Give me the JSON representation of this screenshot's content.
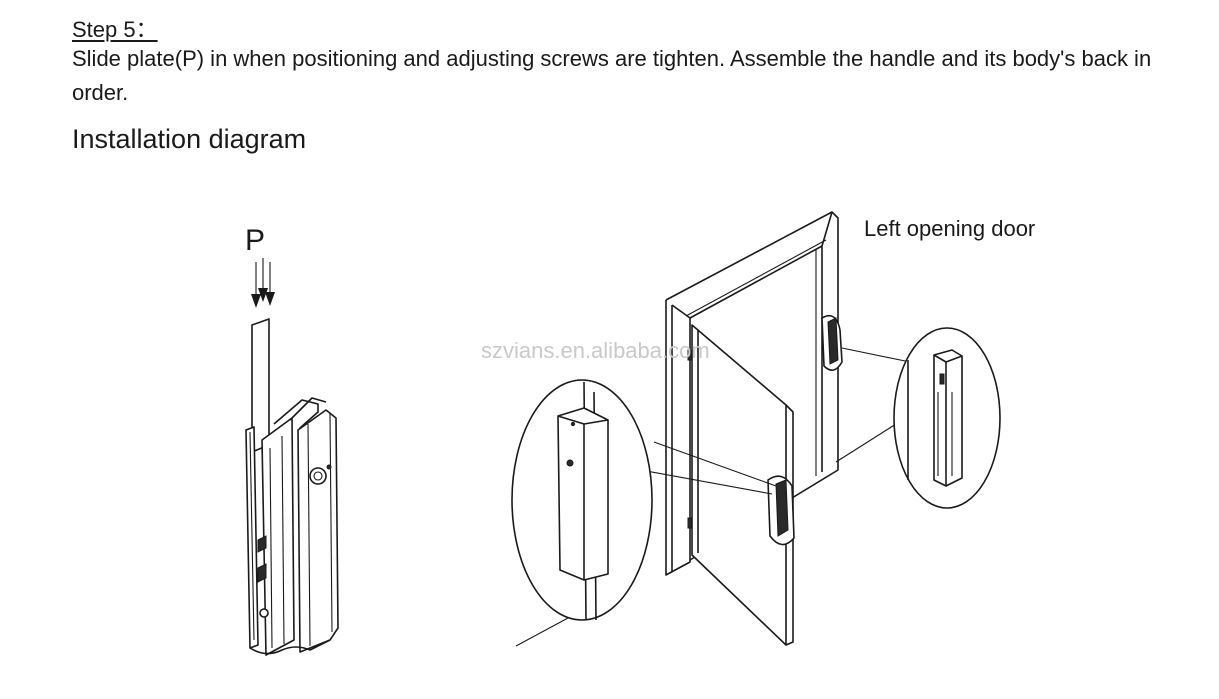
{
  "document": {
    "step_heading": "Step 5：",
    "step_text": "Slide plate(P) in when positioning and adjusting screws are tighten. Assemble the handle and its body's back in order.",
    "section_title": "Installation diagram"
  },
  "diagram": {
    "plate_label": "P",
    "door_label": "Left opening door",
    "watermark": "szvians.en.alibaba.com"
  }
}
